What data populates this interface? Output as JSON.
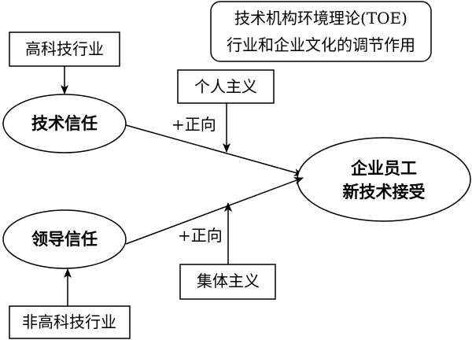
{
  "title": {
    "line1": "技术机构环境理论(TOE)",
    "line2": "行业和企业文化的调节作用"
  },
  "nodes": {
    "high_tech": "高科技行业",
    "tech_trust": "技术信任",
    "individualism": "个人主义",
    "outcome_line1": "企业员工",
    "outcome_line2": "新技术接受",
    "leader_trust": "领导信任",
    "collectivism": "集体主义",
    "non_high_tech": "非高科技行业"
  },
  "edges": {
    "tech_trust_effect": "+正向",
    "leader_trust_effect": "+正向"
  }
}
